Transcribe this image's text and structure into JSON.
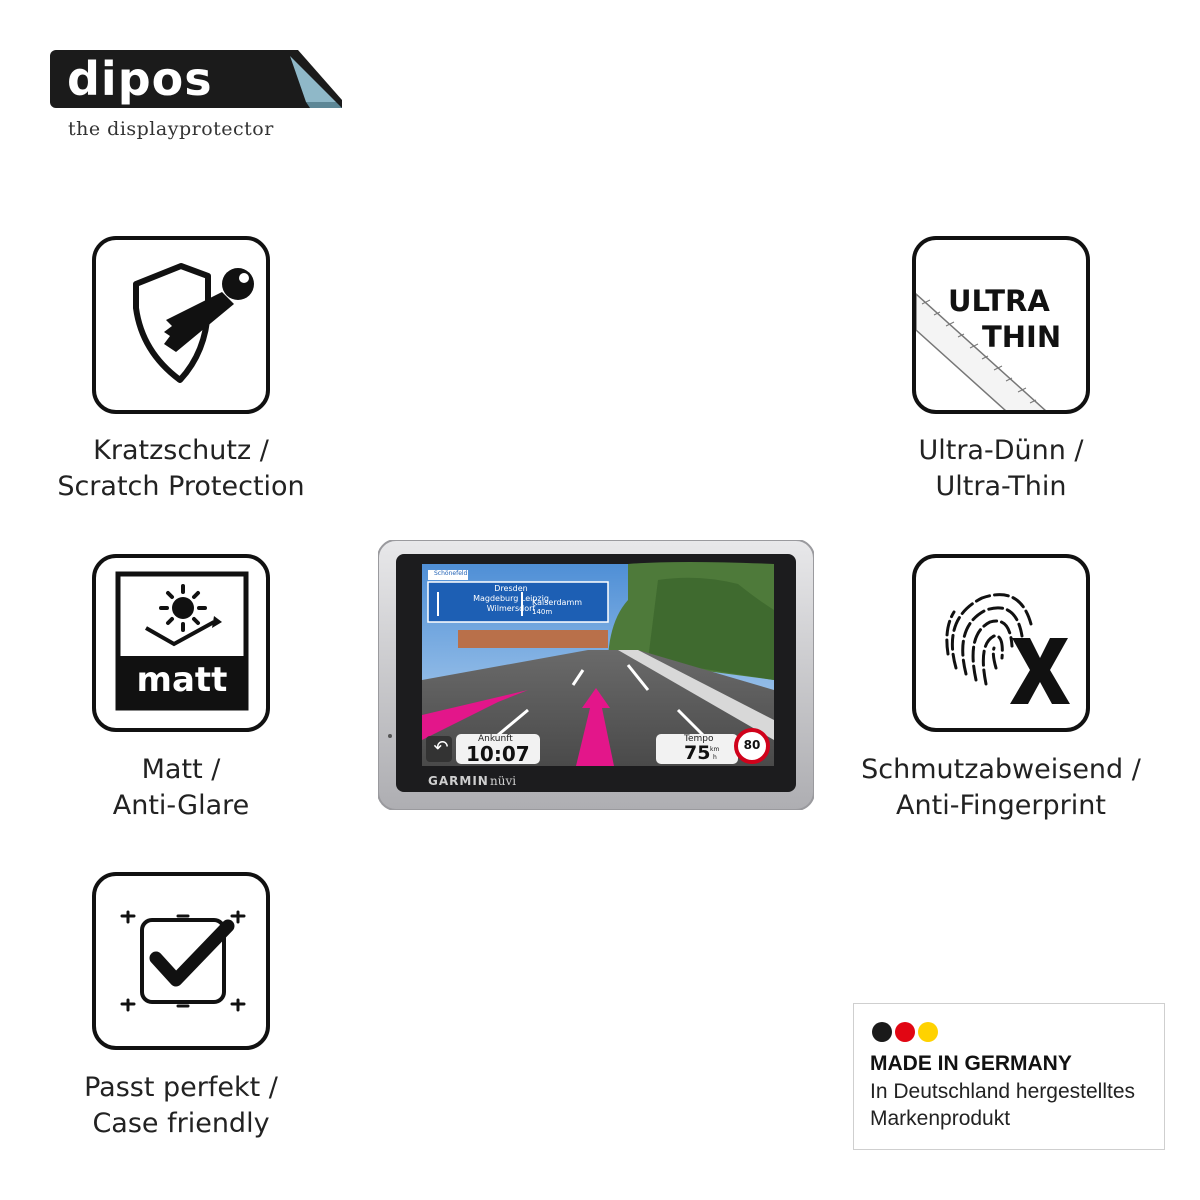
{
  "brand": {
    "name": "dipos",
    "tagline": "the displayprotector"
  },
  "features": [
    {
      "id": "scratch",
      "icon": "shield-key-icon",
      "line1": "Kratzschutz /",
      "line2": "Scratch Protection"
    },
    {
      "id": "matt",
      "icon": "matt-sun-icon",
      "icon_text": "matt",
      "line1": "Matt /",
      "line2": "Anti-Glare"
    },
    {
      "id": "case",
      "icon": "checkmark-frame-icon",
      "line1": "Passt perfekt /",
      "line2": "Case friendly"
    },
    {
      "id": "thin",
      "icon": "ultra-thin-ruler-icon",
      "icon_text_1": "ULTRA",
      "icon_text_2": "THIN",
      "line1": "Ultra-Dünn /",
      "line2": "Ultra-Thin"
    },
    {
      "id": "fingerprint",
      "icon": "fingerprint-x-icon",
      "line1": "Schmutzabweisend /",
      "line2": "Anti-Fingerprint"
    }
  ],
  "device": {
    "brand": "GARMIN",
    "model": "nüvi",
    "sign_top": "Schönefeld",
    "sign_left_1": "Dresden",
    "sign_left_2": "Magdeburg Leipzig",
    "sign_left_3": "Wilmersdorf",
    "sign_right_1": "Kaiserdamm",
    "sign_right_2": "140m",
    "arrival_label": "Ankunft",
    "arrival_time": "10:07",
    "speed_label": "Tempo",
    "speed_value": "75",
    "speed_unit_top": "km",
    "speed_unit_bottom": "h",
    "speed_limit": "80"
  },
  "badge": {
    "title": "MADE IN GERMANY",
    "line1": "In Deutschland hergestelltes",
    "line2": "Markenprodukt",
    "dot_colors": [
      "#1a1a1a",
      "#e10613",
      "#ffd200"
    ]
  }
}
